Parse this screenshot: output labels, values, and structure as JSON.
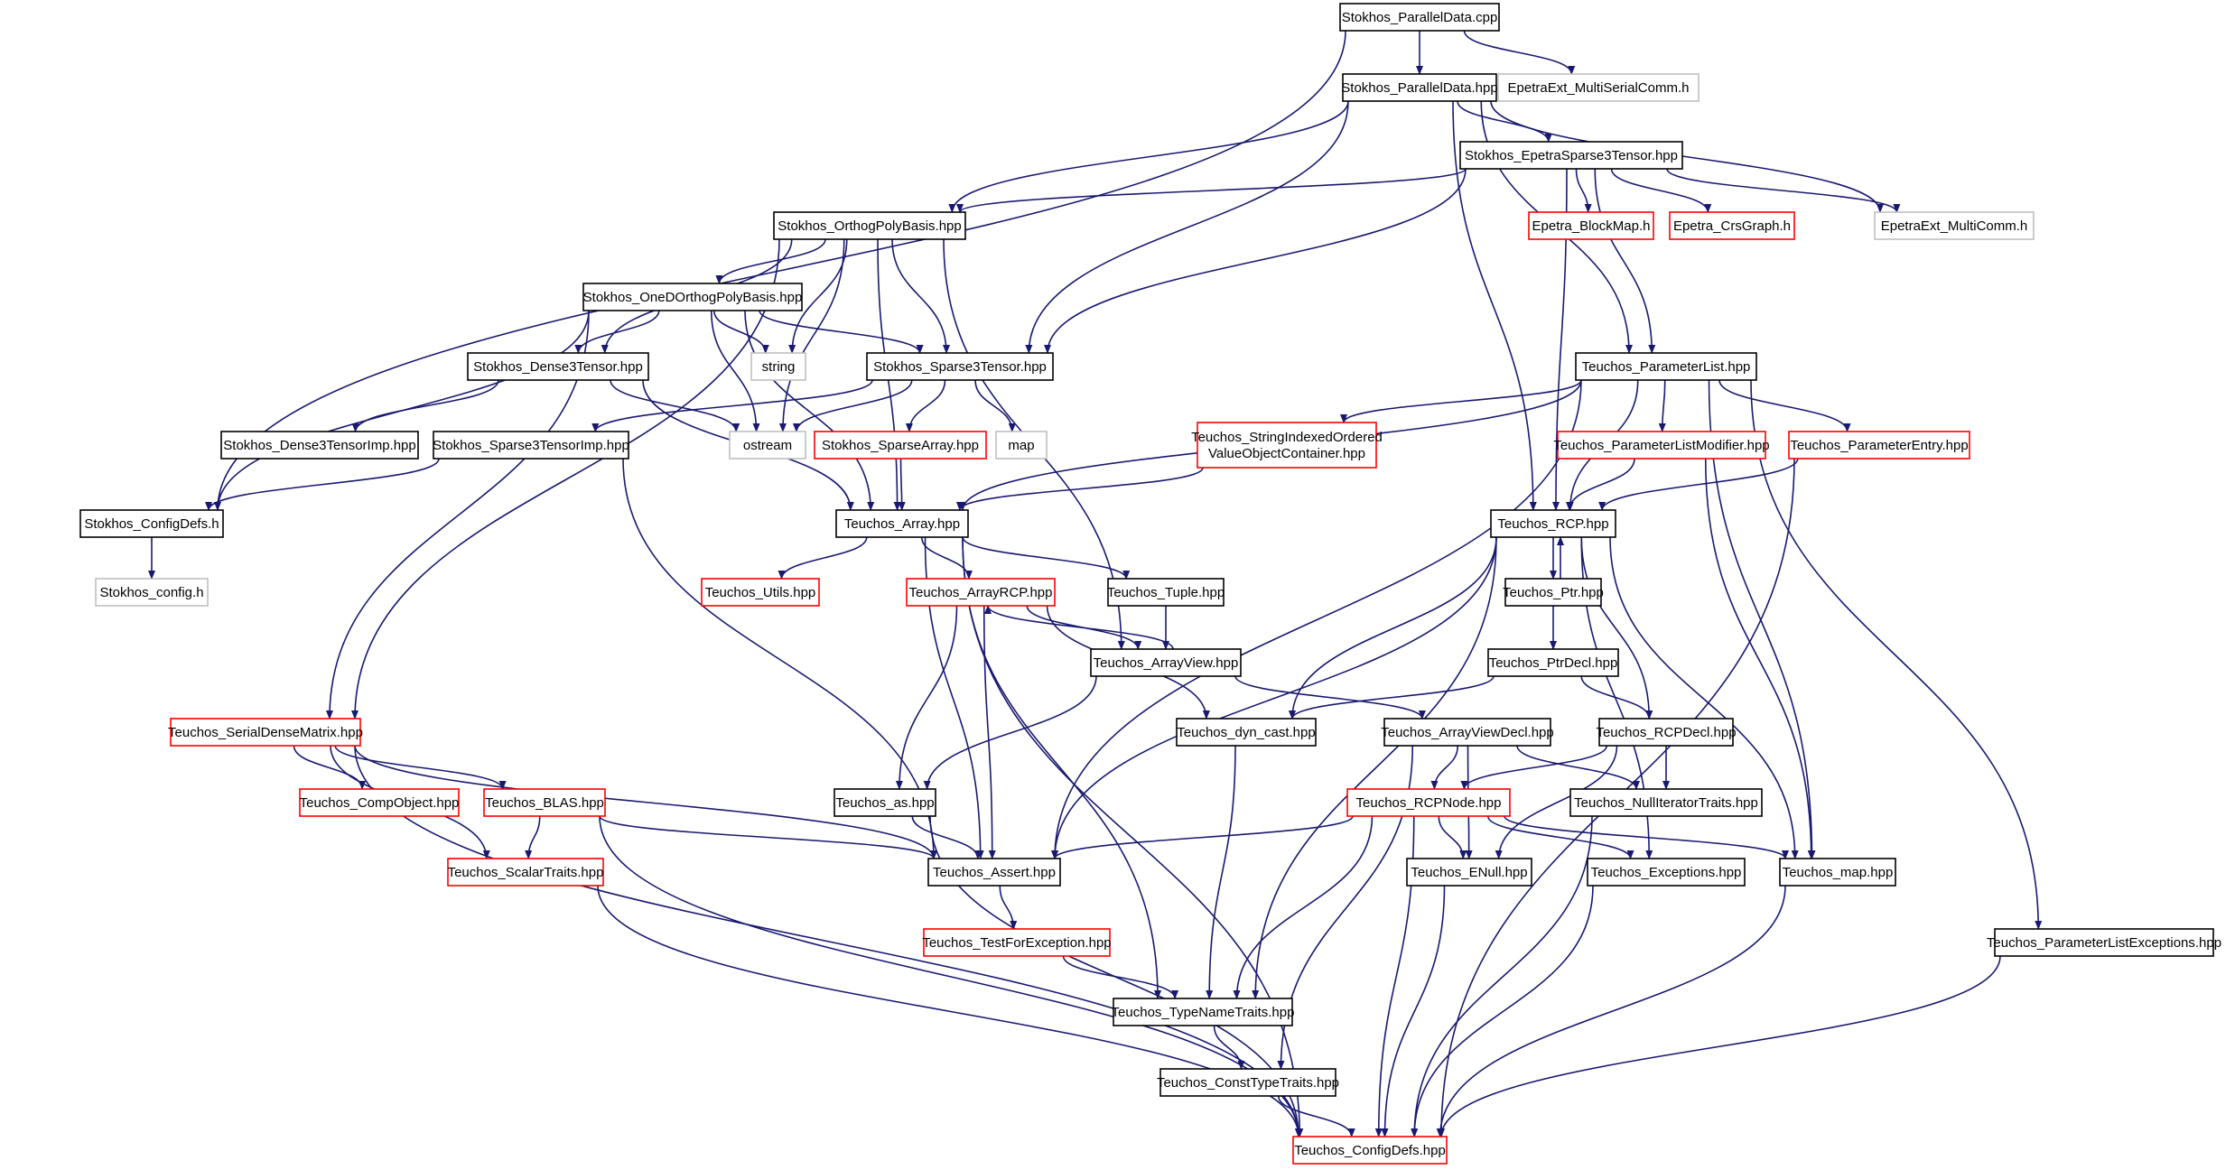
{
  "graph": {
    "edge_color": "#191970",
    "node_kinds": {
      "root": {
        "fill": "#bfbfbf",
        "stroke": "#000000"
      },
      "normal": {
        "fill": "#ffffff",
        "stroke": "#000000"
      },
      "truncated": {
        "fill": "#ffffff",
        "stroke": "#ff0000"
      },
      "external": {
        "fill": "#ffffff",
        "stroke": "#bfbfbf"
      }
    },
    "nodes": [
      {
        "id": "pd_cpp",
        "lines": [
          "Stokhos_ParallelData.cpp"
        ],
        "kind": "root"
      },
      {
        "id": "pd_hpp",
        "lines": [
          "Stokhos_ParallelData.hpp"
        ],
        "kind": "normal"
      },
      {
        "id": "msc",
        "lines": [
          "EpetraExt_MultiSerialComm.h"
        ],
        "kind": "external"
      },
      {
        "id": "es3t",
        "lines": [
          "Stokhos_EpetraSparse3Tensor.hpp"
        ],
        "kind": "normal"
      },
      {
        "id": "opb",
        "lines": [
          "Stokhos_OrthogPolyBasis.hpp"
        ],
        "kind": "normal"
      },
      {
        "id": "blockmap",
        "lines": [
          "Epetra_BlockMap.h"
        ],
        "kind": "truncated"
      },
      {
        "id": "crsgraph",
        "lines": [
          "Epetra_CrsGraph.h"
        ],
        "kind": "truncated"
      },
      {
        "id": "mcomm",
        "lines": [
          "EpetraExt_MultiComm.h"
        ],
        "kind": "external"
      },
      {
        "id": "odopb",
        "lines": [
          "Stokhos_OneDOrthogPolyBasis.hpp"
        ],
        "kind": "normal"
      },
      {
        "id": "d3t",
        "lines": [
          "Stokhos_Dense3Tensor.hpp"
        ],
        "kind": "normal"
      },
      {
        "id": "string",
        "lines": [
          "string"
        ],
        "kind": "external"
      },
      {
        "id": "s3t",
        "lines": [
          "Stokhos_Sparse3Tensor.hpp"
        ],
        "kind": "normal"
      },
      {
        "id": "plist",
        "lines": [
          "Teuchos_ParameterList.hpp"
        ],
        "kind": "normal"
      },
      {
        "id": "d3timp",
        "lines": [
          "Stokhos_Dense3TensorImp.hpp"
        ],
        "kind": "normal"
      },
      {
        "id": "ostream",
        "lines": [
          "ostream"
        ],
        "kind": "external"
      },
      {
        "id": "s3timp",
        "lines": [
          "Stokhos_Sparse3TensorImp.hpp"
        ],
        "kind": "normal"
      },
      {
        "id": "sparr",
        "lines": [
          "Stokhos_SparseArray.hpp"
        ],
        "kind": "truncated"
      },
      {
        "id": "map",
        "lines": [
          "map"
        ],
        "kind": "external"
      },
      {
        "id": "sioc",
        "lines": [
          "Teuchos_StringIndexedOrdered",
          "ValueObjectContainer.hpp"
        ],
        "kind": "truncated"
      },
      {
        "id": "plmod",
        "lines": [
          "Teuchos_ParameterListModifier.hpp"
        ],
        "kind": "truncated"
      },
      {
        "id": "pentry",
        "lines": [
          "Teuchos_ParameterEntry.hpp"
        ],
        "kind": "truncated"
      },
      {
        "id": "configdefs_h",
        "lines": [
          "Stokhos_ConfigDefs.h"
        ],
        "kind": "normal"
      },
      {
        "id": "array",
        "lines": [
          "Teuchos_Array.hpp"
        ],
        "kind": "normal"
      },
      {
        "id": "rcp",
        "lines": [
          "Teuchos_RCP.hpp"
        ],
        "kind": "normal"
      },
      {
        "id": "config_h",
        "lines": [
          "Stokhos_config.h"
        ],
        "kind": "external"
      },
      {
        "id": "utils",
        "lines": [
          "Teuchos_Utils.hpp"
        ],
        "kind": "truncated"
      },
      {
        "id": "arrayrcp",
        "lines": [
          "Teuchos_ArrayRCP.hpp"
        ],
        "kind": "truncated"
      },
      {
        "id": "tuple",
        "lines": [
          "Teuchos_Tuple.hpp"
        ],
        "kind": "normal"
      },
      {
        "id": "ptr",
        "lines": [
          "Teuchos_Ptr.hpp"
        ],
        "kind": "normal"
      },
      {
        "id": "arrayview",
        "lines": [
          "Teuchos_ArrayView.hpp"
        ],
        "kind": "normal"
      },
      {
        "id": "ptrdecl",
        "lines": [
          "Teuchos_PtrDecl.hpp"
        ],
        "kind": "normal"
      },
      {
        "id": "sdm",
        "lines": [
          "Teuchos_SerialDenseMatrix.hpp"
        ],
        "kind": "truncated"
      },
      {
        "id": "dyncast",
        "lines": [
          "Teuchos_dyn_cast.hpp"
        ],
        "kind": "normal"
      },
      {
        "id": "avdecl",
        "lines": [
          "Teuchos_ArrayViewDecl.hpp"
        ],
        "kind": "normal"
      },
      {
        "id": "rcpdecl",
        "lines": [
          "Teuchos_RCPDecl.hpp"
        ],
        "kind": "normal"
      },
      {
        "id": "compobj",
        "lines": [
          "Teuchos_CompObject.hpp"
        ],
        "kind": "truncated"
      },
      {
        "id": "blas",
        "lines": [
          "Teuchos_BLAS.hpp"
        ],
        "kind": "truncated"
      },
      {
        "id": "as",
        "lines": [
          "Teuchos_as.hpp"
        ],
        "kind": "normal"
      },
      {
        "id": "rcpnode",
        "lines": [
          "Teuchos_RCPNode.hpp"
        ],
        "kind": "truncated"
      },
      {
        "id": "nullit",
        "lines": [
          "Teuchos_NullIteratorTraits.hpp"
        ],
        "kind": "normal"
      },
      {
        "id": "scalar",
        "lines": [
          "Teuchos_ScalarTraits.hpp"
        ],
        "kind": "truncated"
      },
      {
        "id": "assert",
        "lines": [
          "Teuchos_Assert.hpp"
        ],
        "kind": "normal"
      },
      {
        "id": "enull",
        "lines": [
          "Teuchos_ENull.hpp"
        ],
        "kind": "normal"
      },
      {
        "id": "exceptions",
        "lines": [
          "Teuchos_Exceptions.hpp"
        ],
        "kind": "normal"
      },
      {
        "id": "tmap",
        "lines": [
          "Teuchos_map.hpp"
        ],
        "kind": "normal"
      },
      {
        "id": "testforex",
        "lines": [
          "Teuchos_TestForException.hpp"
        ],
        "kind": "truncated"
      },
      {
        "id": "plexc",
        "lines": [
          "Teuchos_ParameterListExceptions.hpp"
        ],
        "kind": "normal"
      },
      {
        "id": "typename",
        "lines": [
          "Teuchos_TypeNameTraits.hpp"
        ],
        "kind": "normal"
      },
      {
        "id": "consttype",
        "lines": [
          "Teuchos_ConstTypeTraits.hpp"
        ],
        "kind": "normal"
      },
      {
        "id": "tconfigdefs",
        "lines": [
          "Teuchos_ConfigDefs.hpp"
        ],
        "kind": "truncated"
      }
    ],
    "edges": [
      [
        "pd_cpp",
        "pd_hpp"
      ],
      [
        "pd_cpp",
        "msc"
      ],
      [
        "pd_cpp",
        "configdefs_h"
      ],
      [
        "pd_hpp",
        "es3t"
      ],
      [
        "pd_hpp",
        "opb"
      ],
      [
        "pd_hpp",
        "s3t"
      ],
      [
        "pd_hpp",
        "mcomm"
      ],
      [
        "pd_hpp",
        "plist"
      ],
      [
        "pd_hpp",
        "rcp"
      ],
      [
        "es3t",
        "opb"
      ],
      [
        "es3t",
        "s3t"
      ],
      [
        "es3t",
        "blockmap"
      ],
      [
        "es3t",
        "crsgraph"
      ],
      [
        "es3t",
        "mcomm"
      ],
      [
        "es3t",
        "plist"
      ],
      [
        "es3t",
        "rcp"
      ],
      [
        "opb",
        "odopb"
      ],
      [
        "opb",
        "d3t"
      ],
      [
        "opb",
        "string"
      ],
      [
        "opb",
        "s3t"
      ],
      [
        "opb",
        "ostream"
      ],
      [
        "opb",
        "array"
      ],
      [
        "opb",
        "arrayview"
      ],
      [
        "opb",
        "sdm"
      ],
      [
        "odopb",
        "d3t"
      ],
      [
        "odopb",
        "string"
      ],
      [
        "odopb",
        "s3t"
      ],
      [
        "odopb",
        "ostream"
      ],
      [
        "odopb",
        "array"
      ],
      [
        "odopb",
        "configdefs_h"
      ],
      [
        "odopb",
        "sdm"
      ],
      [
        "d3t",
        "d3timp"
      ],
      [
        "d3t",
        "ostream"
      ],
      [
        "d3t",
        "array"
      ],
      [
        "s3t",
        "s3timp"
      ],
      [
        "s3t",
        "ostream"
      ],
      [
        "s3t",
        "sparr"
      ],
      [
        "s3t",
        "map"
      ],
      [
        "s3timp",
        "configdefs_h"
      ],
      [
        "s3timp",
        "assert"
      ],
      [
        "sparr",
        "array"
      ],
      [
        "configdefs_h",
        "config_h"
      ],
      [
        "plist",
        "sioc"
      ],
      [
        "plist",
        "plmod"
      ],
      [
        "plist",
        "pentry"
      ],
      [
        "plist",
        "rcp"
      ],
      [
        "plist",
        "array"
      ],
      [
        "plist",
        "assert"
      ],
      [
        "plist",
        "tmap"
      ],
      [
        "plist",
        "plexc"
      ],
      [
        "sioc",
        "array"
      ],
      [
        "plmod",
        "rcp"
      ],
      [
        "plmod",
        "tmap"
      ],
      [
        "pentry",
        "rcp"
      ],
      [
        "pentry",
        "tconfigdefs"
      ],
      [
        "array",
        "utils"
      ],
      [
        "array",
        "arrayrcp"
      ],
      [
        "array",
        "tuple"
      ],
      [
        "array",
        "assert"
      ],
      [
        "array",
        "typename"
      ],
      [
        "array",
        "tconfigdefs"
      ],
      [
        "arrayrcp",
        "arrayview"
      ],
      [
        "arrayrcp",
        "as"
      ],
      [
        "arrayrcp",
        "assert"
      ],
      [
        "arrayrcp",
        "dyncast"
      ],
      [
        "tuple",
        "arrayview"
      ],
      [
        "arrayview",
        "arrayrcp"
      ],
      [
        "arrayview",
        "avdecl"
      ],
      [
        "arrayview",
        "as"
      ],
      [
        "rcp",
        "ptr"
      ],
      [
        "rcp",
        "rcpdecl"
      ],
      [
        "rcp",
        "dyncast"
      ],
      [
        "rcp",
        "assert"
      ],
      [
        "rcp",
        "exceptions"
      ],
      [
        "rcp",
        "tmap"
      ],
      [
        "rcp",
        "typename"
      ],
      [
        "ptr",
        "rcp"
      ],
      [
        "ptr",
        "ptrdecl"
      ],
      [
        "ptrdecl",
        "rcpdecl"
      ],
      [
        "ptrdecl",
        "dyncast"
      ],
      [
        "avdecl",
        "rcpnode"
      ],
      [
        "avdecl",
        "nullit"
      ],
      [
        "avdecl",
        "enull"
      ],
      [
        "avdecl",
        "consttype"
      ],
      [
        "rcpdecl",
        "rcpnode"
      ],
      [
        "rcpdecl",
        "nullit"
      ],
      [
        "rcpdecl",
        "enull"
      ],
      [
        "sdm",
        "compobj"
      ],
      [
        "sdm",
        "blas"
      ],
      [
        "sdm",
        "scalar"
      ],
      [
        "sdm",
        "assert"
      ],
      [
        "sdm",
        "tconfigdefs"
      ],
      [
        "blas",
        "scalar"
      ],
      [
        "blas",
        "assert"
      ],
      [
        "blas",
        "tconfigdefs"
      ],
      [
        "as",
        "assert"
      ],
      [
        "as",
        "tconfigdefs"
      ],
      [
        "rcpnode",
        "assert"
      ],
      [
        "rcpnode",
        "enull"
      ],
      [
        "rcpnode",
        "exceptions"
      ],
      [
        "rcpnode",
        "tmap"
      ],
      [
        "rcpnode",
        "typename"
      ],
      [
        "rcpnode",
        "tconfigdefs"
      ],
      [
        "nullit",
        "tconfigdefs"
      ],
      [
        "scalar",
        "tconfigdefs"
      ],
      [
        "assert",
        "testforex"
      ],
      [
        "testforex",
        "typename"
      ],
      [
        "dyncast",
        "typename"
      ],
      [
        "enull",
        "tconfigdefs"
      ],
      [
        "exceptions",
        "tconfigdefs"
      ],
      [
        "tmap",
        "tconfigdefs"
      ],
      [
        "plexc",
        "tconfigdefs"
      ],
      [
        "typename",
        "consttype"
      ],
      [
        "consttype",
        "tconfigdefs"
      ]
    ]
  }
}
